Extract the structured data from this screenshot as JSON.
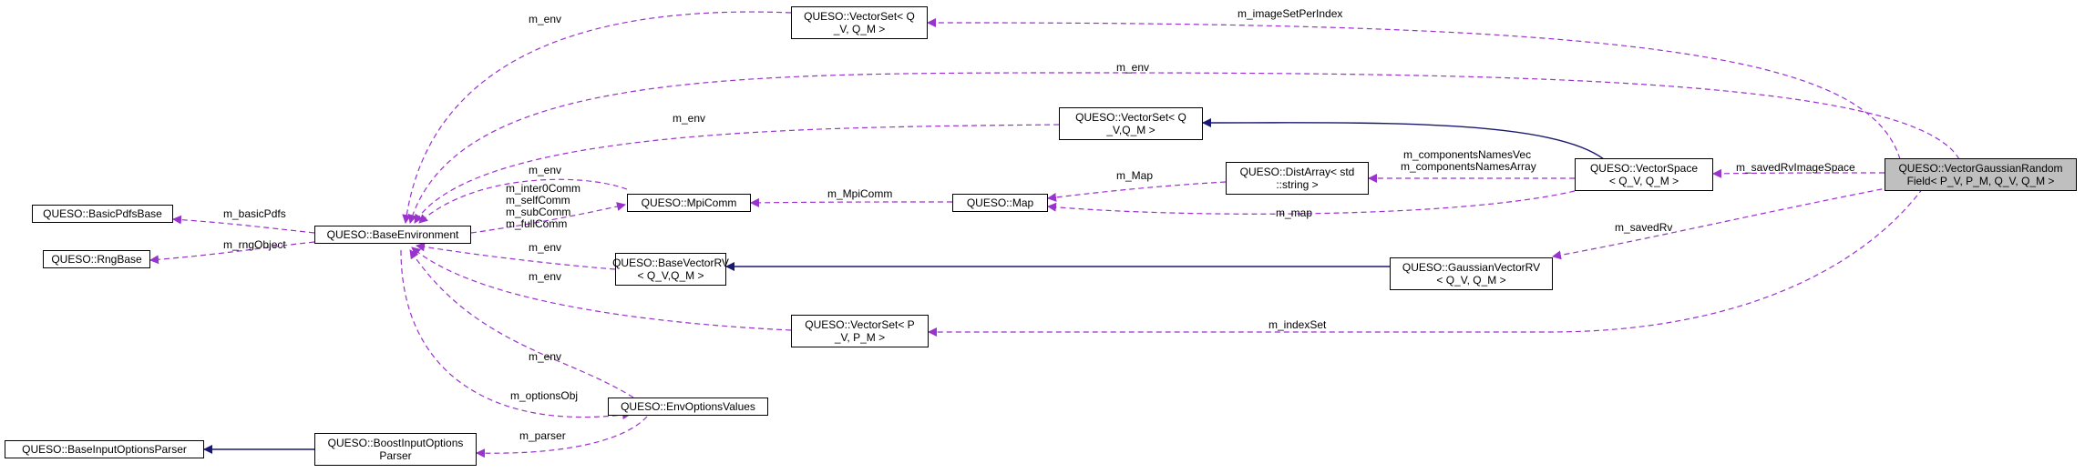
{
  "nodes": {
    "vgrf": [
      "QUESO::VectorGaussianRandom",
      "Field< P_V, P_M, Q_V, Q_M >"
    ],
    "vs_qv_qm_top": [
      "QUESO::VectorSet< Q",
      "_V, Q_M >"
    ],
    "vs_qv_qm_mid": [
      "QUESO::VectorSet< Q",
      "_V,Q_M >"
    ],
    "vector_space": [
      "QUESO::VectorSpace",
      "< Q_V, Q_M >"
    ],
    "dist_array": [
      "QUESO::DistArray< std",
      "::string >"
    ],
    "map": [
      "QUESO::Map"
    ],
    "mpi_comm": [
      "QUESO::MpiComm"
    ],
    "base_env": [
      "QUESO::BaseEnvironment"
    ],
    "basic_pdfs": [
      "QUESO::BasicPdfsBase"
    ],
    "rng_base": [
      "QUESO::RngBase"
    ],
    "base_vector_rv": [
      "QUESO::BaseVectorRV",
      "< Q_V,Q_M >"
    ],
    "gaussian_vector_rv": [
      "QUESO::GaussianVectorRV",
      "< Q_V, Q_M >"
    ],
    "vs_pv_pm": [
      "QUESO::VectorSet< P",
      "_V, P_M >"
    ],
    "env_options": [
      "QUESO::EnvOptionsValues"
    ],
    "boost_parser": [
      "QUESO::BoostInputOptions",
      "Parser"
    ],
    "base_parser": [
      "QUESO::BaseInputOptionsParser"
    ]
  },
  "edge_labels": {
    "m_env_top_left": "m_env",
    "m_imageSetPerIndex": "m_imageSetPerIndex",
    "m_env_long": "m_env",
    "m_env_vsmid": "m_env",
    "m_env_mpi": "m_env",
    "m_interComm": "m_inter0Comm",
    "m_selfComm": "m_selfComm",
    "m_subComm": "m_subComm",
    "m_fullComm": "m_fullComm",
    "m_basicPdfs": "m_basicPdfs",
    "m_rngObject": "m_rngObject",
    "m_MpiComm": "m_MpiComm",
    "m_Map": "m_Map",
    "m_componentsNamesVec": "m_componentsNamesVec",
    "m_componentsNamesArray": "m_componentsNamesArray",
    "m_map": "m_map",
    "m_savedRvImageSpace": "m_savedRvImageSpace",
    "m_savedRv": "m_savedRv",
    "m_env_bvrv": "m_env",
    "m_env_vspv": "m_env",
    "m_indexSet": "m_indexSet",
    "m_env_opts": "m_env",
    "m_optionsObj": "m_optionsObj",
    "m_parser": "m_parser"
  },
  "colors": {
    "usage_edge": "#9a32cd",
    "inherit_edge": "#191970",
    "focus_fill": "#bfbfbf"
  }
}
